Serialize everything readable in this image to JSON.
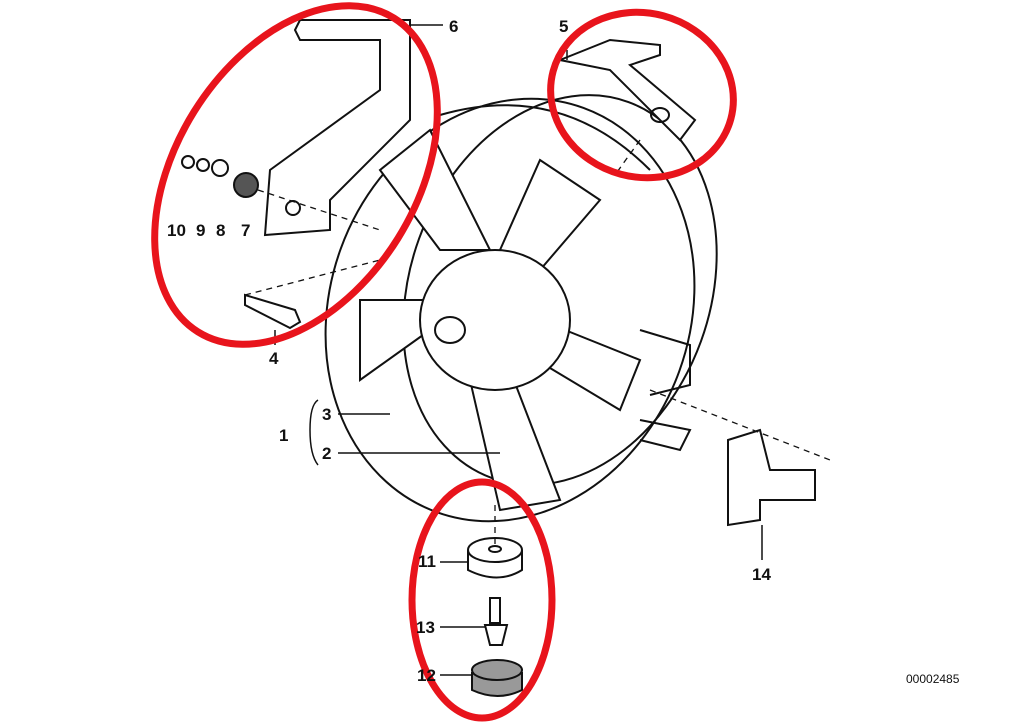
{
  "diagram": {
    "title": "Auxiliary fan assembly exploded view",
    "part_labels": {
      "p1": "1",
      "p2": "2",
      "p3": "3",
      "p4": "4",
      "p5": "5",
      "p6": "6",
      "p7": "7",
      "p8": "8",
      "p9": "9",
      "p10": "10",
      "p11": "11",
      "p12": "12",
      "p13": "13",
      "p14": "14"
    },
    "drawing_number": "00002485",
    "highlight_color": "#e8141c"
  }
}
